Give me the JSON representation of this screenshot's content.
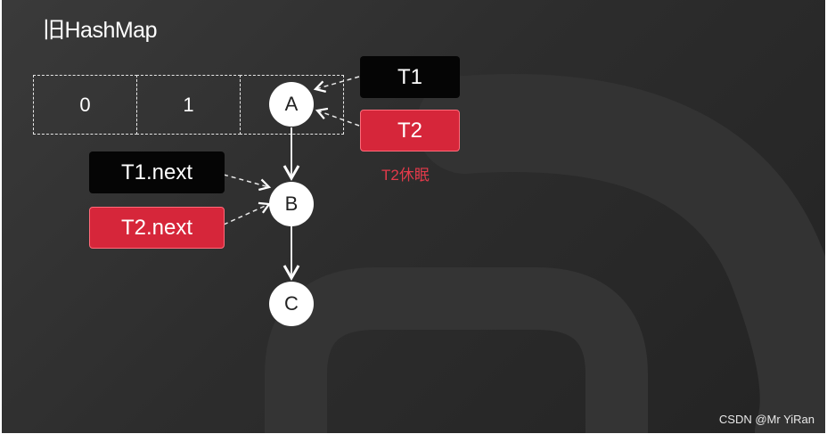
{
  "title": "旧HashMap",
  "buckets": [
    "0",
    "1",
    ""
  ],
  "nodes": {
    "a": "A",
    "b": "B",
    "c": "C"
  },
  "tags": {
    "t1": "T1",
    "t2": "T2",
    "t1_next": "T1.next",
    "t2_next": "T2.next"
  },
  "note": "T2休眠",
  "watermark": "CSDN @Mr YiRan",
  "colors": {
    "red": "#d6263a",
    "black": "#050505",
    "node": "#ffffff"
  }
}
